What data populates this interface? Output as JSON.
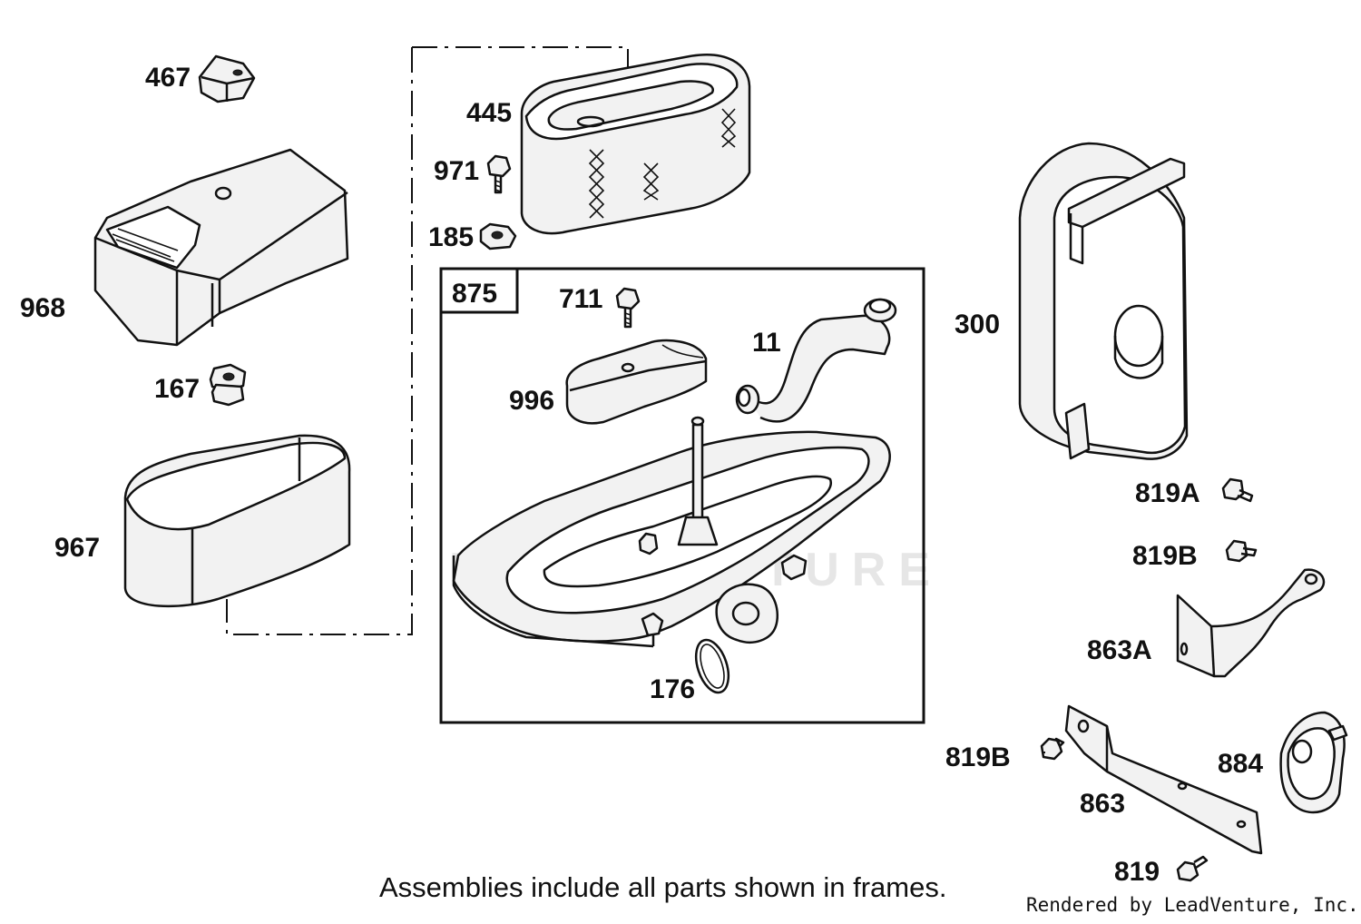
{
  "watermark": "LEADVENTURE",
  "labels": {
    "p467": "467",
    "p968": "968",
    "p167": "167",
    "p967": "967",
    "p445": "445",
    "p971": "971",
    "p185": "185",
    "p875": "875",
    "p711": "711",
    "p11": "11",
    "p996": "996",
    "p176": "176",
    "p300": "300",
    "p819a": "819A",
    "p819b_top": "819B",
    "p863a": "863A",
    "p819b_bottom": "819B",
    "p863": "863",
    "p884": "884",
    "p819": "819"
  },
  "caption": "Assemblies include all parts shown in frames.",
  "credit": "Rendered by LeadVenture, Inc."
}
